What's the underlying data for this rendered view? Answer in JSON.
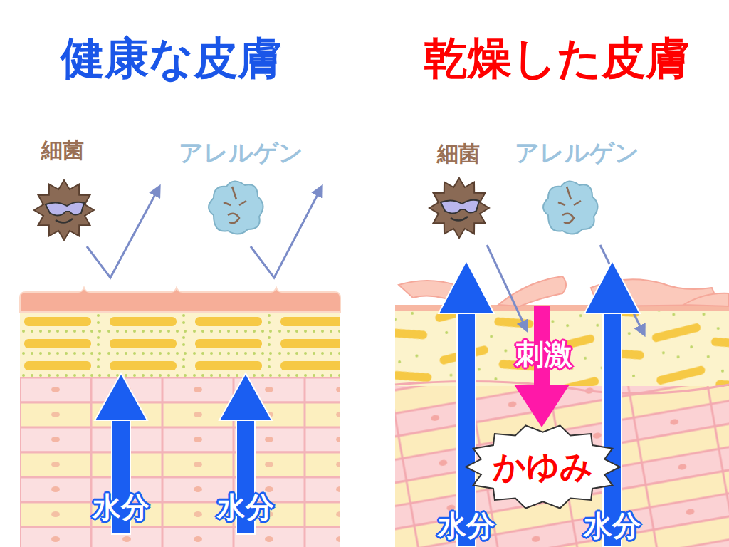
{
  "diagram": {
    "nodes": [
      {
        "text": [
          "かゆみ"
        ]
      }
    ],
    "labels": [
      "健康な皮膚",
      "細菌",
      "アレルゲン",
      "水分",
      "水分",
      "乾燥した皮膚",
      "細菌",
      "アレルゲン",
      "刺激",
      "水分",
      "水分"
    ]
  }
}
